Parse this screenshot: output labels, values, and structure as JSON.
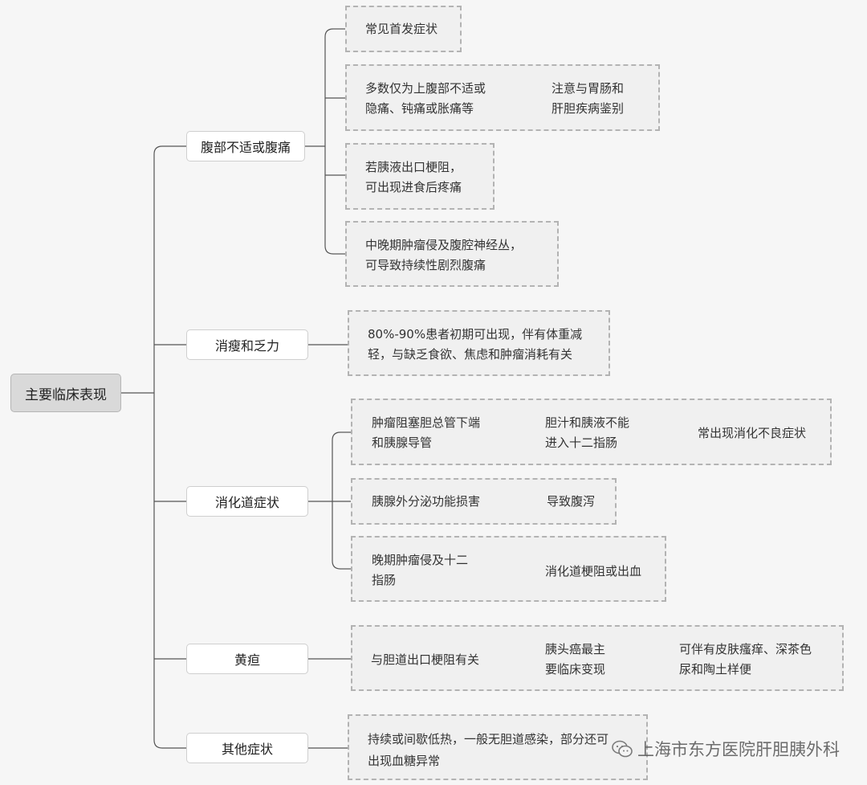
{
  "root": "主要临床表现",
  "branches": [
    {
      "label": "腹部不适或腹痛",
      "items": [
        {
          "texts": [
            "常见首发症状"
          ]
        },
        {
          "texts": [
            "多数仅为上腹部不适或\n隐痛、钝痛或胀痛等",
            "注意与胃肠和\n肝胆疾病鉴别"
          ]
        },
        {
          "texts": [
            "若胰液出口梗阻，\n可出现进食后疼痛"
          ]
        },
        {
          "texts": [
            "中晚期肿瘤侵及腹腔神经丛，\n可导致持续性剧烈腹痛"
          ]
        }
      ]
    },
    {
      "label": "消瘦和乏力",
      "items": [
        {
          "texts": [
            "80%-90%患者初期可出现，伴有体重减\n轻，与缺乏食欲、焦虑和肿瘤消耗有关"
          ]
        }
      ]
    },
    {
      "label": "消化道症状",
      "items": [
        {
          "texts": [
            "肿瘤阻塞胆总管下端\n和胰腺导管",
            "胆汁和胰液不能\n进入十二指肠",
            "常出现消化不良症状"
          ]
        },
        {
          "texts": [
            "胰腺外分泌功能损害",
            "导致腹泻"
          ]
        },
        {
          "texts": [
            "晚期肿瘤侵及十二\n指肠",
            "消化道梗阻或出血"
          ]
        }
      ]
    },
    {
      "label": "黄疸",
      "items": [
        {
          "texts": [
            "与胆道出口梗阻有关",
            "胰头癌最主\n要临床变现",
            "可伴有皮肤瘙痒、深茶色\n尿和陶土样便"
          ]
        }
      ]
    },
    {
      "label": "其他症状",
      "items": [
        {
          "texts": [
            "持续或间歇低热，一般无胆道感染，部分还可\n出现血糖异常"
          ]
        }
      ]
    }
  ],
  "watermark": "上海市东方医院肝胆胰外科",
  "colors": {
    "line": "#555555",
    "dash": "#b3b3b3",
    "root_fill": "#d9d9d9"
  }
}
